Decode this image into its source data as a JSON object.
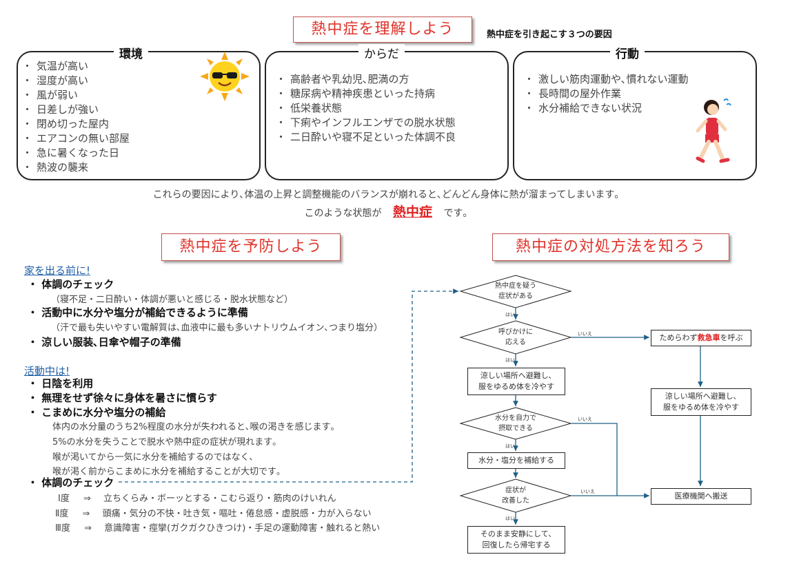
{
  "top": {
    "title": "熱中症を理解しよう",
    "subtitle": "熱中症を引き起こす３つの要因"
  },
  "panels": {
    "environment": {
      "title": "環境",
      "items": [
        "気温が高い",
        "湿度が高い",
        "風が弱い",
        "日差しが強い",
        "閉め切った屋内",
        "エアコンの無い部屋",
        "急に暑くなった日",
        "熱波の襲来"
      ]
    },
    "body": {
      "title": "からだ",
      "items": [
        "高齢者や乳幼児､肥満の方",
        "糖尿病や精神疾患といった持病",
        "低栄養状態",
        "下痢やインフルエンザでの脱水状態",
        "二日酔いや寝不足といった体調不良"
      ]
    },
    "action": {
      "title": "行動",
      "items": [
        "激しい筋肉運動や､慣れない運動",
        "長時間の屋外作業",
        "水分補給できない状況"
      ]
    }
  },
  "summary": {
    "line1": "これらの要因により､体温の上昇と調整機能のバランスが崩れると､どんどん身体に熱が溜まってしまいます｡",
    "line2_pre": "このような状態が",
    "line2_key": "熱中症",
    "line2_post": "です｡"
  },
  "prevent": {
    "title": "熱中症を予防しよう",
    "before_head": "家を出る前に!",
    "before_items": [
      {
        "label": "・ 体調のチェック",
        "note": "（寝不足・二日酔い・体調が悪いと感じる・脱水状態など）"
      },
      {
        "label": "・ 活動中に水分や塩分が補給できるように準備",
        "note": "（汗で最も失いやすい電解質は､血液中に最も多いナトリウムイオン､つまり塩分）"
      },
      {
        "label": "・ 涼しい服装､日傘や帽子の準備",
        "note": ""
      }
    ],
    "during_head": "活動中は!",
    "during_items": [
      "・ 日陰を利用",
      "・ 無理をせず徐々に身体を暑さに慣らす",
      "・ こまめに水分や塩分の補給"
    ],
    "water_notes": [
      "体内の水分量のうち2%程度の水分が失われると､喉の渇きを感じます｡",
      "5%の水分を失うことで脱水や熱中症の症状が現れます｡",
      "喉が渇いてから一気に水分を補給するのではなく､",
      "喉が渇く前からこまめに水分を補給することが大切です｡"
    ],
    "check_label": "・ 体調のチェック",
    "levels": [
      {
        "grade": "Ⅰ度",
        "arrow": "⇒",
        "desc": "立ちくらみ・ボーッとする・こむら返り・筋肉のけいれん"
      },
      {
        "grade": "Ⅱ度",
        "arrow": "⇒",
        "desc": "頭痛・気分の不快・吐き気・嘔吐・倦怠感・虚脱感・力が入らない"
      },
      {
        "grade": "Ⅲ度",
        "arrow": "⇒",
        "desc": "意識障害・痙攣(ガクガクひきつけ)・手足の運動障害・触れると熱い"
      }
    ]
  },
  "response": {
    "title": "熱中症の対処方法を知ろう",
    "d1": [
      "熱中症を疑う",
      "症状がある"
    ],
    "d2": [
      "呼びかけに",
      "応える"
    ],
    "b1": [
      "涼しい場所へ避難し､",
      "服をゆるめ体を冷やす"
    ],
    "d3": [
      "水分を自力で",
      "摂取できる"
    ],
    "b2": "水分・塩分を補給する",
    "d4": [
      "症状が",
      "改善した"
    ],
    "b3": [
      "そのまま安静にして､",
      "回復したら帰宅する"
    ],
    "call_pre": "ためらわず",
    "call_key": "救急車",
    "call_post": "を呼ぶ",
    "b4": [
      "涼しい場所へ避難し､",
      "服をゆるめ体を冷やす"
    ],
    "hospital": "医療機関へ搬送",
    "yes": "はい",
    "no": "いいえ"
  },
  "colors": {
    "accent_red": "#e02020",
    "link_blue": "#1f5fa8",
    "arrow_teal": "#1f5f86"
  }
}
